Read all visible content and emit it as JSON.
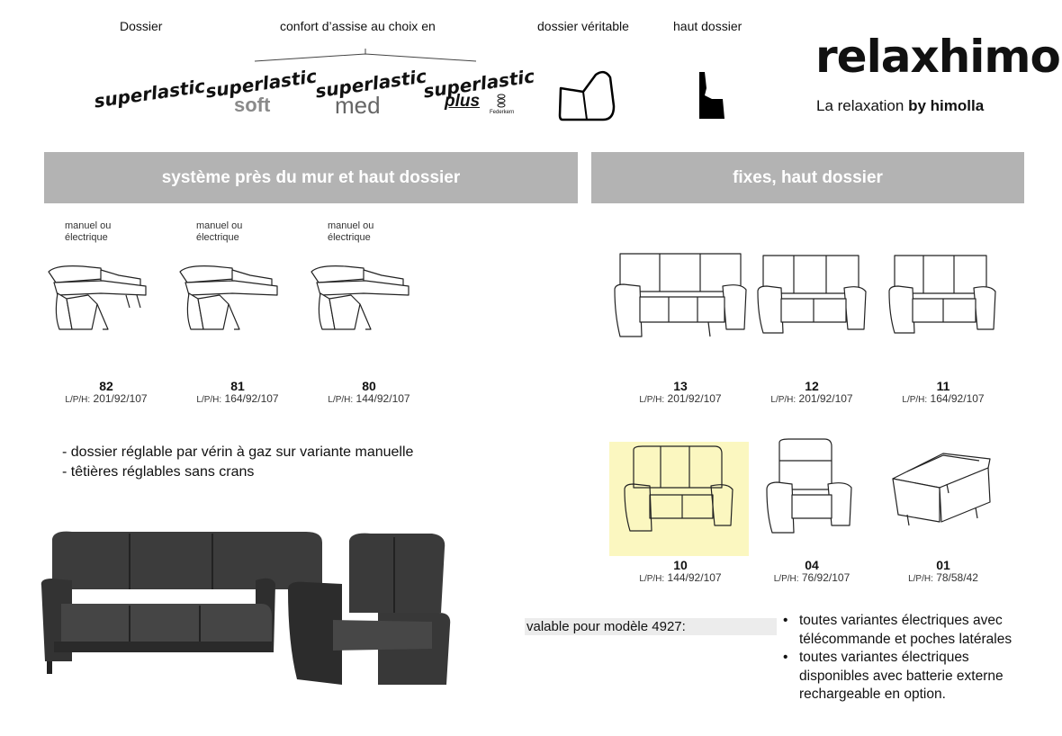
{
  "header": {
    "dossier_label": "Dossier",
    "confort_label": "confort d’assise au choix en",
    "dossier_veritable_label": "dossier véritable",
    "haut_dossier_label": "haut dossier",
    "logos": {
      "superlastic": "superlastic",
      "soft": "soft",
      "med": "med",
      "plus": "plus",
      "federkern": "Federkern"
    },
    "brand": {
      "name": "relaxhimo",
      "tagline_prefix": "La relaxation",
      "tagline_suffix": "by himolla"
    }
  },
  "left_section": {
    "title": "système près du mur et haut dossier",
    "models": [
      {
        "note_line1": "manuel ou",
        "note_line2": "électrique",
        "number": "82",
        "dim_label": "L/P/H:",
        "dims": "201/92/107"
      },
      {
        "note_line1": "manuel ou",
        "note_line2": "électrique",
        "number": "81",
        "dim_label": "L/P/H:",
        "dims": "164/92/107"
      },
      {
        "note_line1": "manuel ou",
        "note_line2": "électrique",
        "number": "80",
        "dim_label": "L/P/H:",
        "dims": "144/92/107"
      }
    ],
    "features": [
      "- dossier réglable par vérin à gaz sur variante manuelle",
      "- têtières réglables sans crans"
    ]
  },
  "right_section": {
    "title": "fixes, haut dossier",
    "models": [
      {
        "number": "13",
        "dim_label": "L/P/H:",
        "dims": "201/92/107"
      },
      {
        "number": "12",
        "dim_label": "L/P/H:",
        "dims": "201/92/107"
      },
      {
        "number": "11",
        "dim_label": "L/P/H:",
        "dims": "164/92/107"
      },
      {
        "number": "10",
        "dim_label": "L/P/H:",
        "dims": "144/92/107"
      },
      {
        "number": "04",
        "dim_label": "L/P/H:",
        "dims": "76/92/107"
      },
      {
        "number": "01",
        "dim_label": "L/P/H:",
        "dims": "78/58/42"
      }
    ],
    "highlight_color": "#fbf7c0",
    "valid_label": "valable pour modèle 4927:",
    "bullets": [
      "toutes variantes électriques avec télécommande et poches latérales",
      "toutes variantes électriques disponibles avec batterie externe rechargeable en option."
    ]
  },
  "colors": {
    "band": "#b3b3b3",
    "leather": "#3a3a3a"
  }
}
